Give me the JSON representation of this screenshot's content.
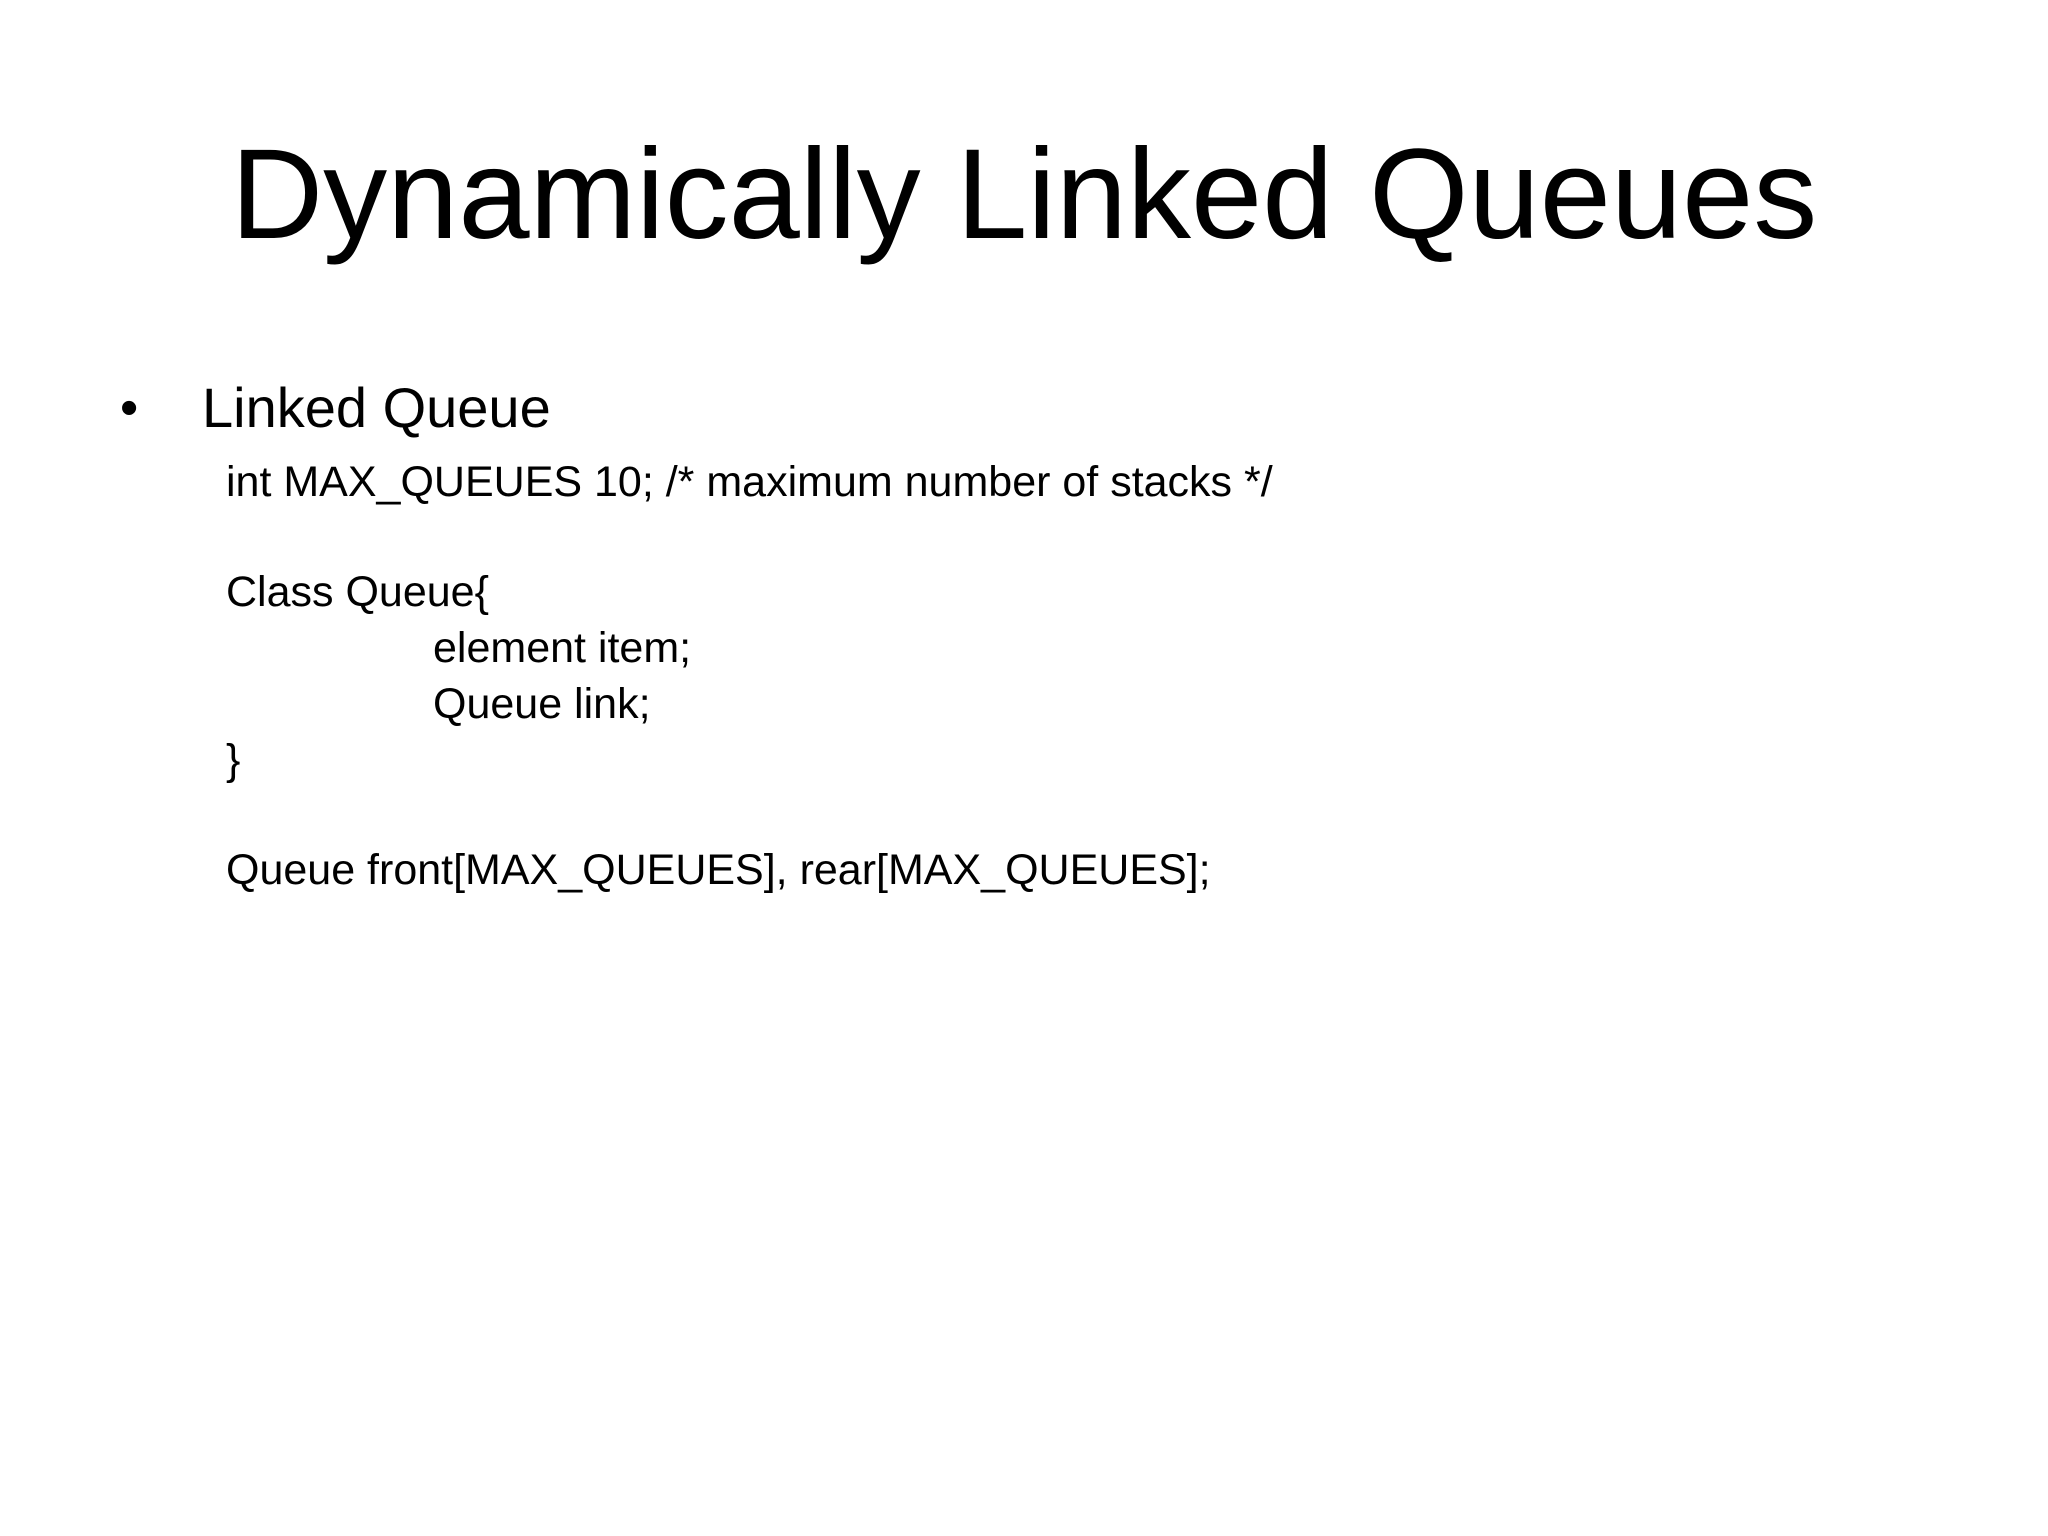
{
  "slide": {
    "title": "Dynamically Linked Queues",
    "bullet": {
      "marker": "•",
      "text": "Linked Queue"
    },
    "code": [
      "int MAX_QUEUES 10; /* maximum number of stacks */",
      "Class Queue{",
      "element item;",
      "Queue link;",
      "}",
      "Queue front[MAX_QUEUES], rear[MAX_QUEUES];"
    ]
  }
}
